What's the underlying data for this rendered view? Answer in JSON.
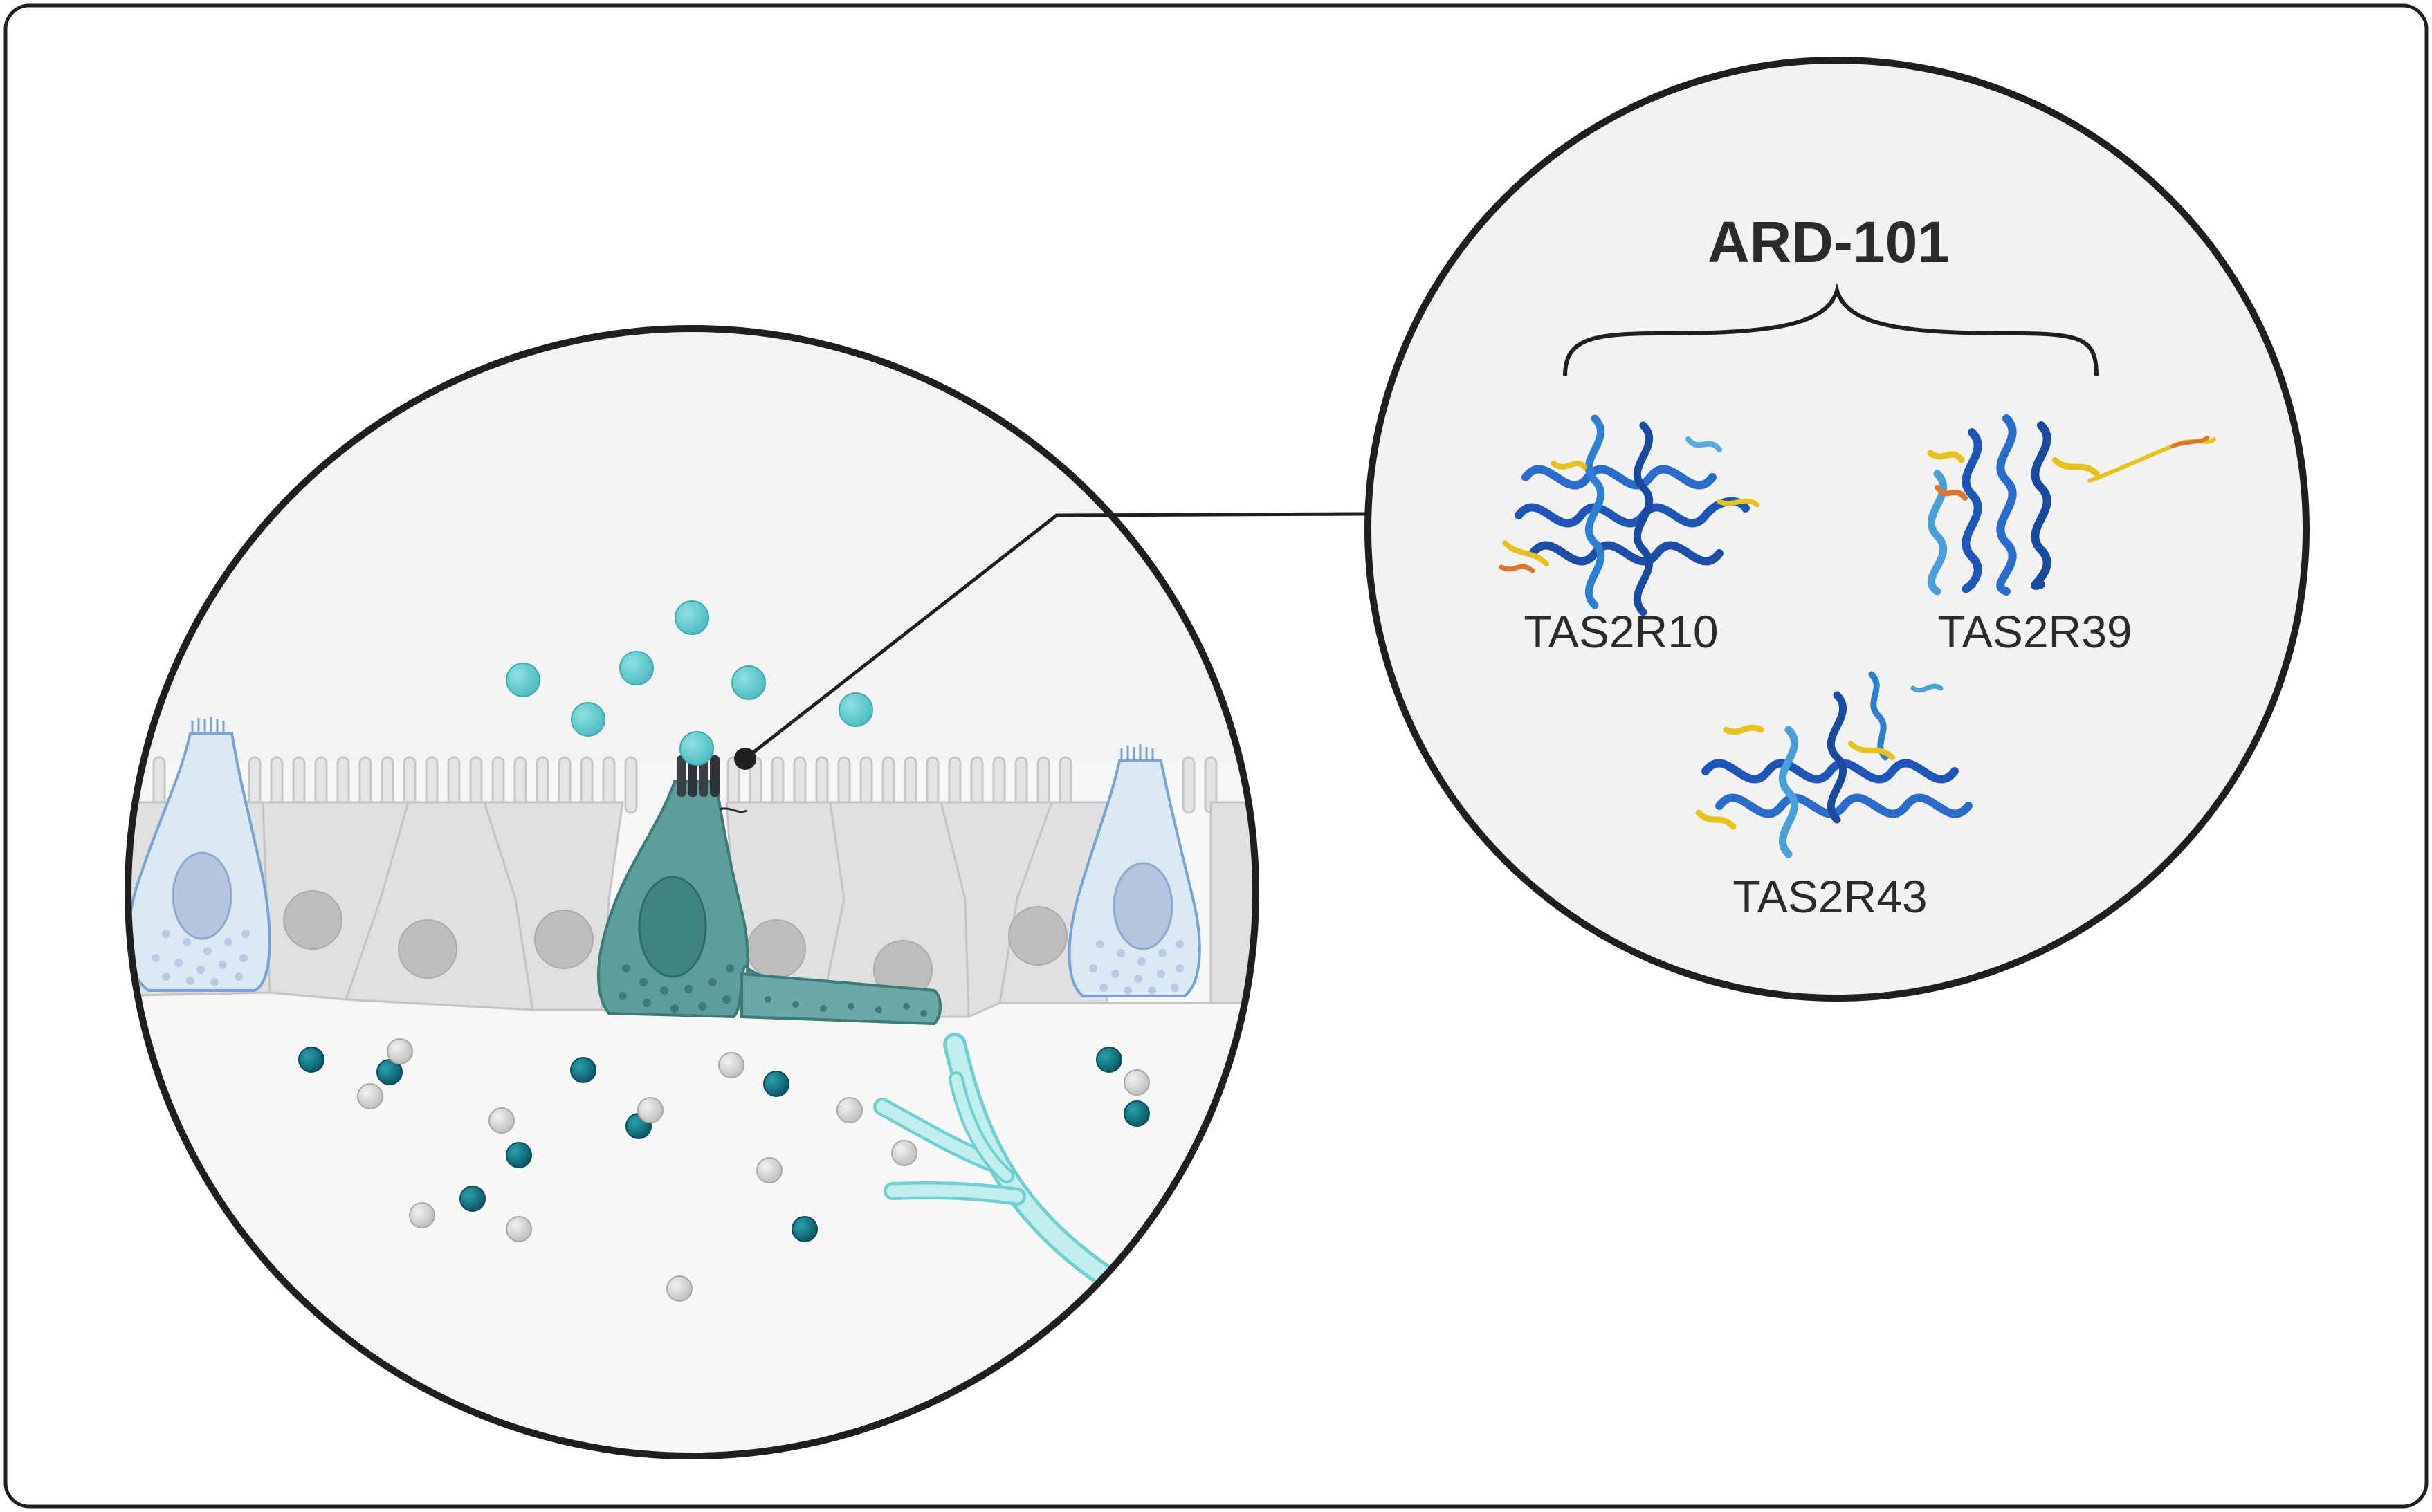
{
  "title": "ARD-101",
  "receptors": [
    {
      "name": "TAS2R10"
    },
    {
      "name": "TAS2R39"
    },
    {
      "name": "TAS2R43"
    }
  ],
  "colors": {
    "frame": "#1f1f1f",
    "tissue_bg": "#f7f7f7",
    "inset_bg": "#f2f2f2",
    "epithelial_cell": "#dfe0df",
    "nucleus": "#bdbdbd",
    "tuft_cell": "#5b9e9c",
    "goblet_cell": "#dbe9f5",
    "ligand": "#5cc6c9",
    "dark_particle": "#0f6e7c",
    "light_particle": "#d4d4d4",
    "nerve": "#a7e3e4",
    "helix_blue": "#1e55b8",
    "helix_light": "#4a9fd8",
    "helix_yellow": "#e8c21c",
    "helix_orange": "#e0762a"
  },
  "icons": [
    "tuft-cell",
    "goblet-cell",
    "bitter-receptor-icon",
    "protein-structure-icon",
    "nerve-fiber"
  ]
}
